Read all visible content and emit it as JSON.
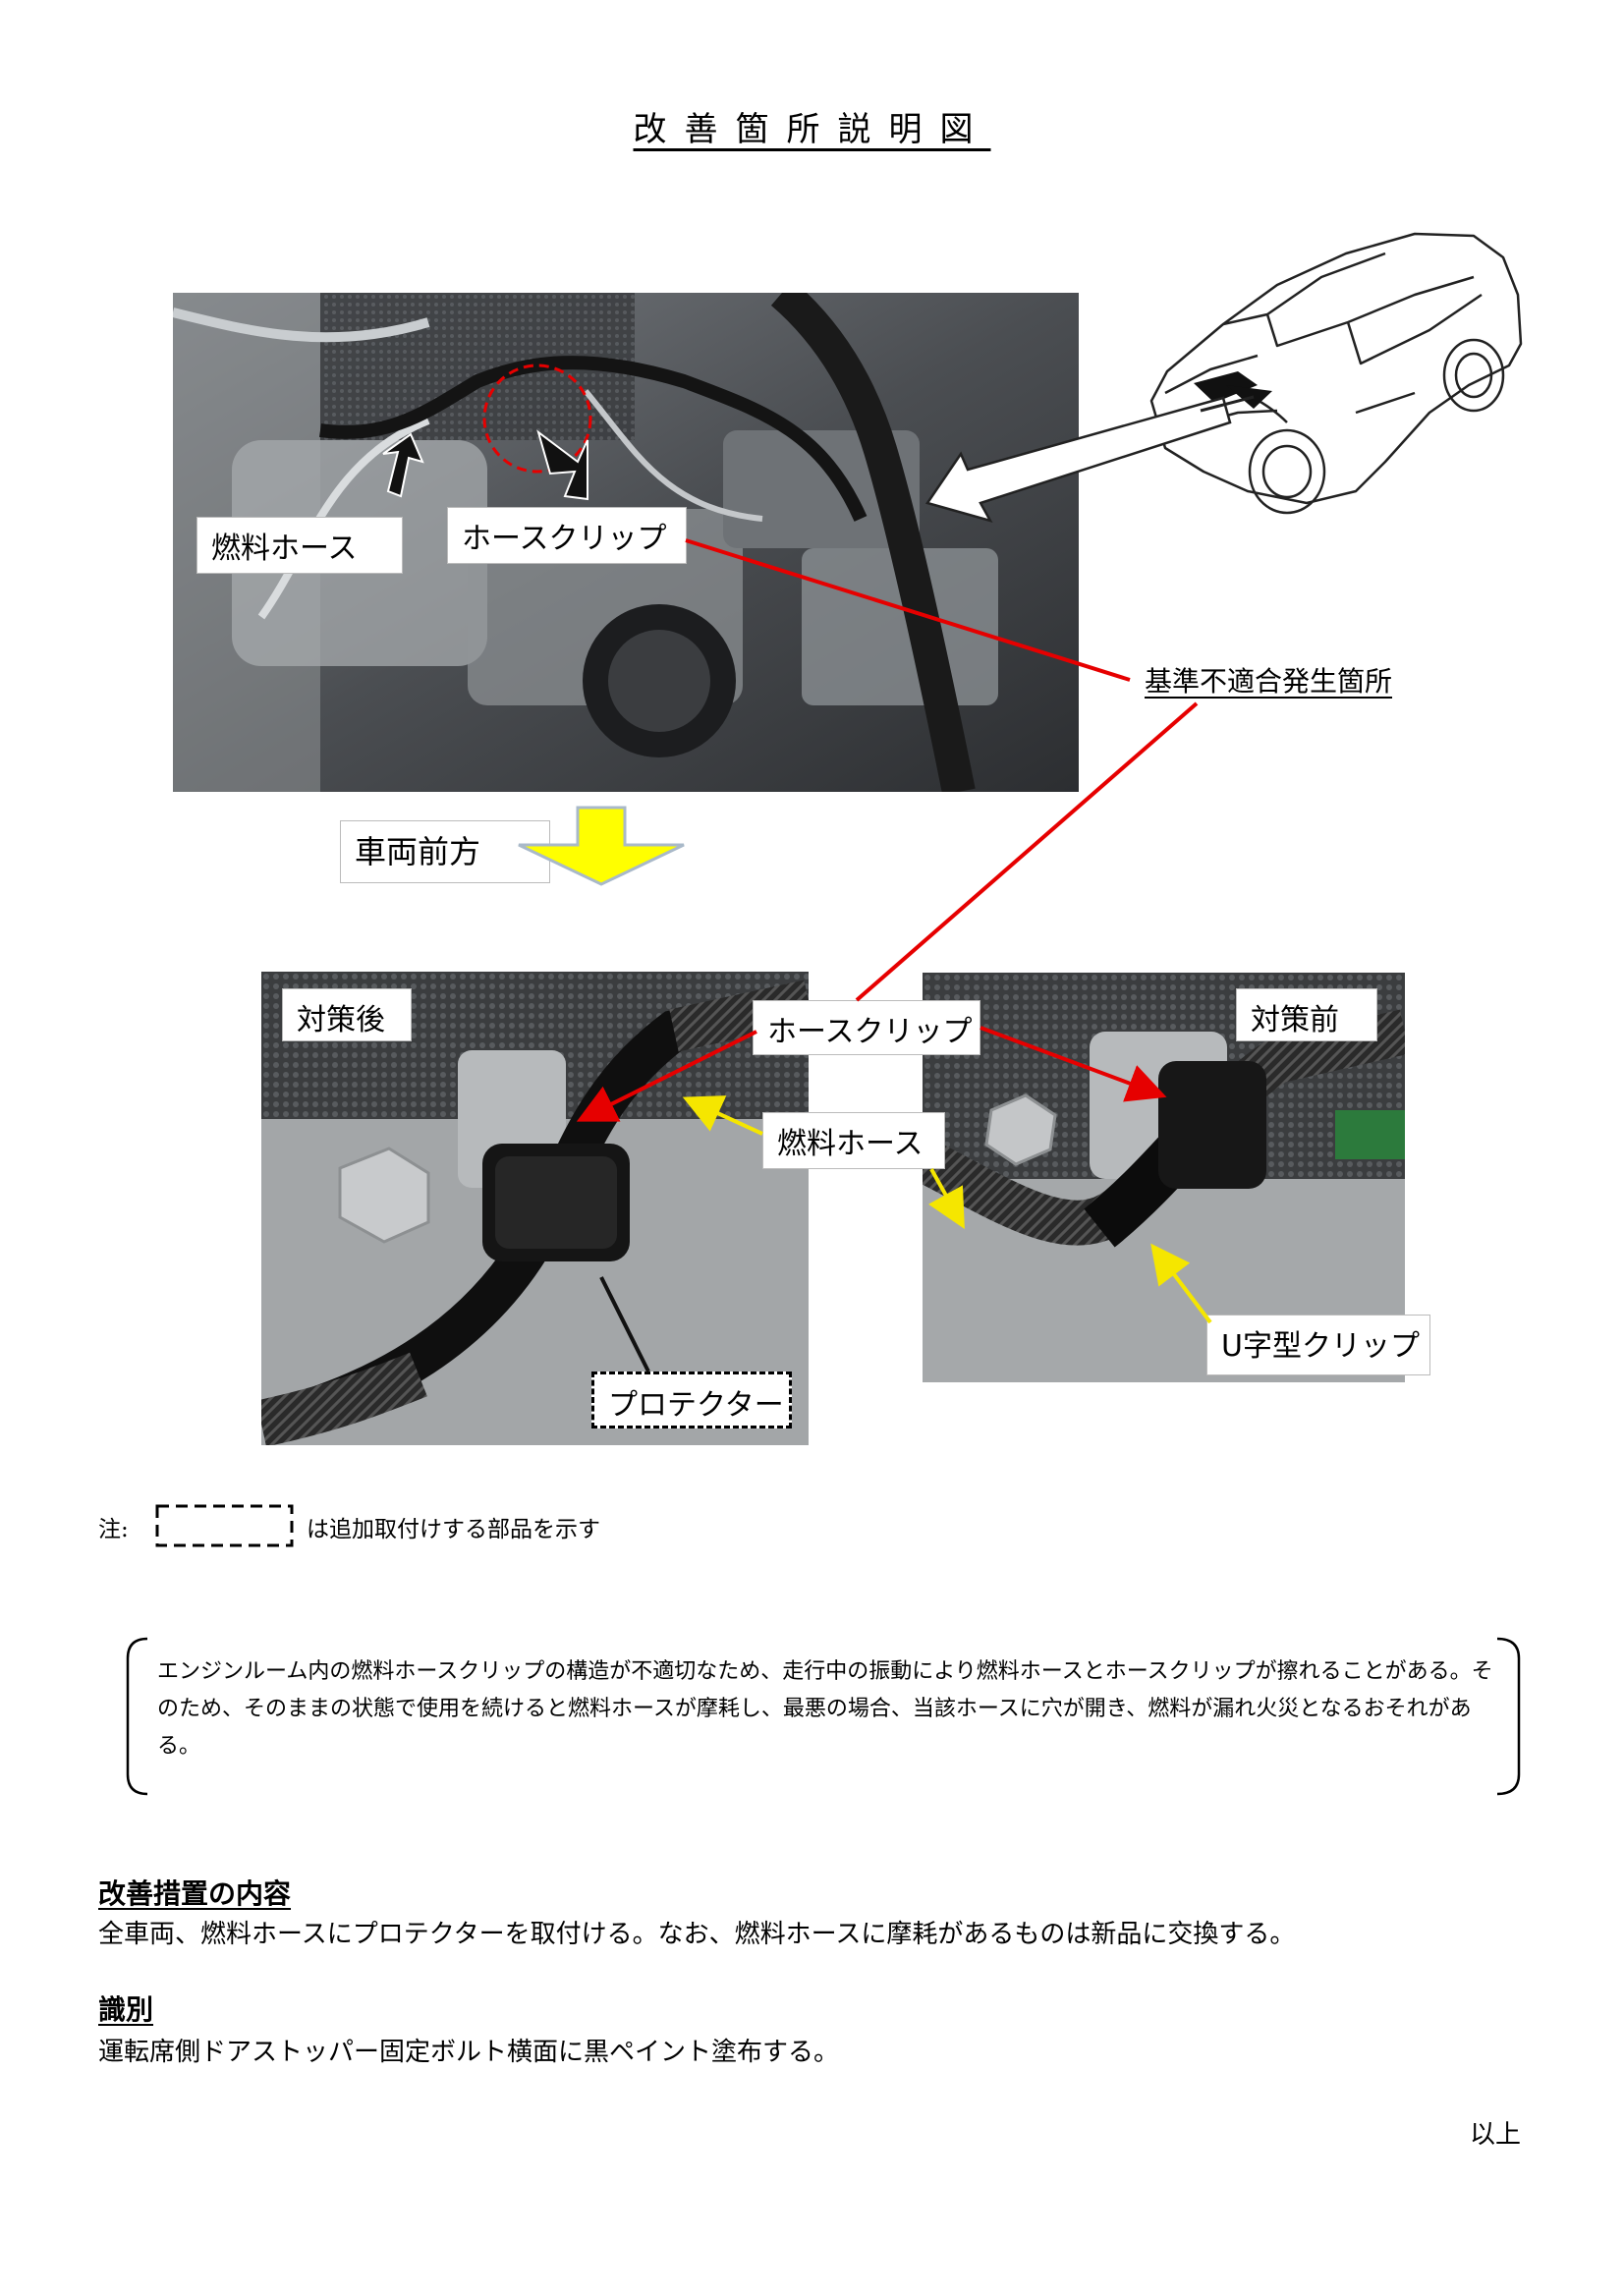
{
  "document": {
    "title": "改善箇所説明図",
    "callout": "基準不適合発生箇所",
    "vehicle_direction": "車両前方",
    "note_prefix": "注:",
    "note_text": "は追加取付けする部品を示す",
    "description": "エンジンルーム内の燃料ホースクリップの構造が不適切なため、走行中の振動により燃料ホースとホースクリップが擦れることがある。そのため、そのままの状態で使用を続けると燃料ホースが摩耗し、最悪の場合、当該ホースに穴が開き、燃料が漏れ火災となるおそれがある。",
    "measure_heading": "改善措置の内容",
    "measure_text": "全車両、燃料ホースにプロテクターを取付ける。なお、燃料ホースに摩耗があるものは新品に交換する。",
    "identification_heading": "識別",
    "identification_text": "運転席側ドアストッパー固定ボルト横面に黒ペイント塗布する。",
    "end_mark": "以上"
  },
  "photos": {
    "engine_bay": {
      "labels": {
        "fuel_hose": "燃料ホース",
        "hose_clip": "ホースクリップ"
      }
    },
    "after": {
      "tag": "対策後",
      "labels": {
        "hose_clip": "ホースクリップ",
        "fuel_hose": "燃料ホース",
        "protector": "プロテクター"
      }
    },
    "before": {
      "tag": "対策前",
      "labels": {
        "u_clip": "U字型クリップ"
      }
    }
  },
  "colors": {
    "red_arrow": "#e60000",
    "yellow_arrow": "#f5e600",
    "direction_arrow": "#ffff00"
  }
}
